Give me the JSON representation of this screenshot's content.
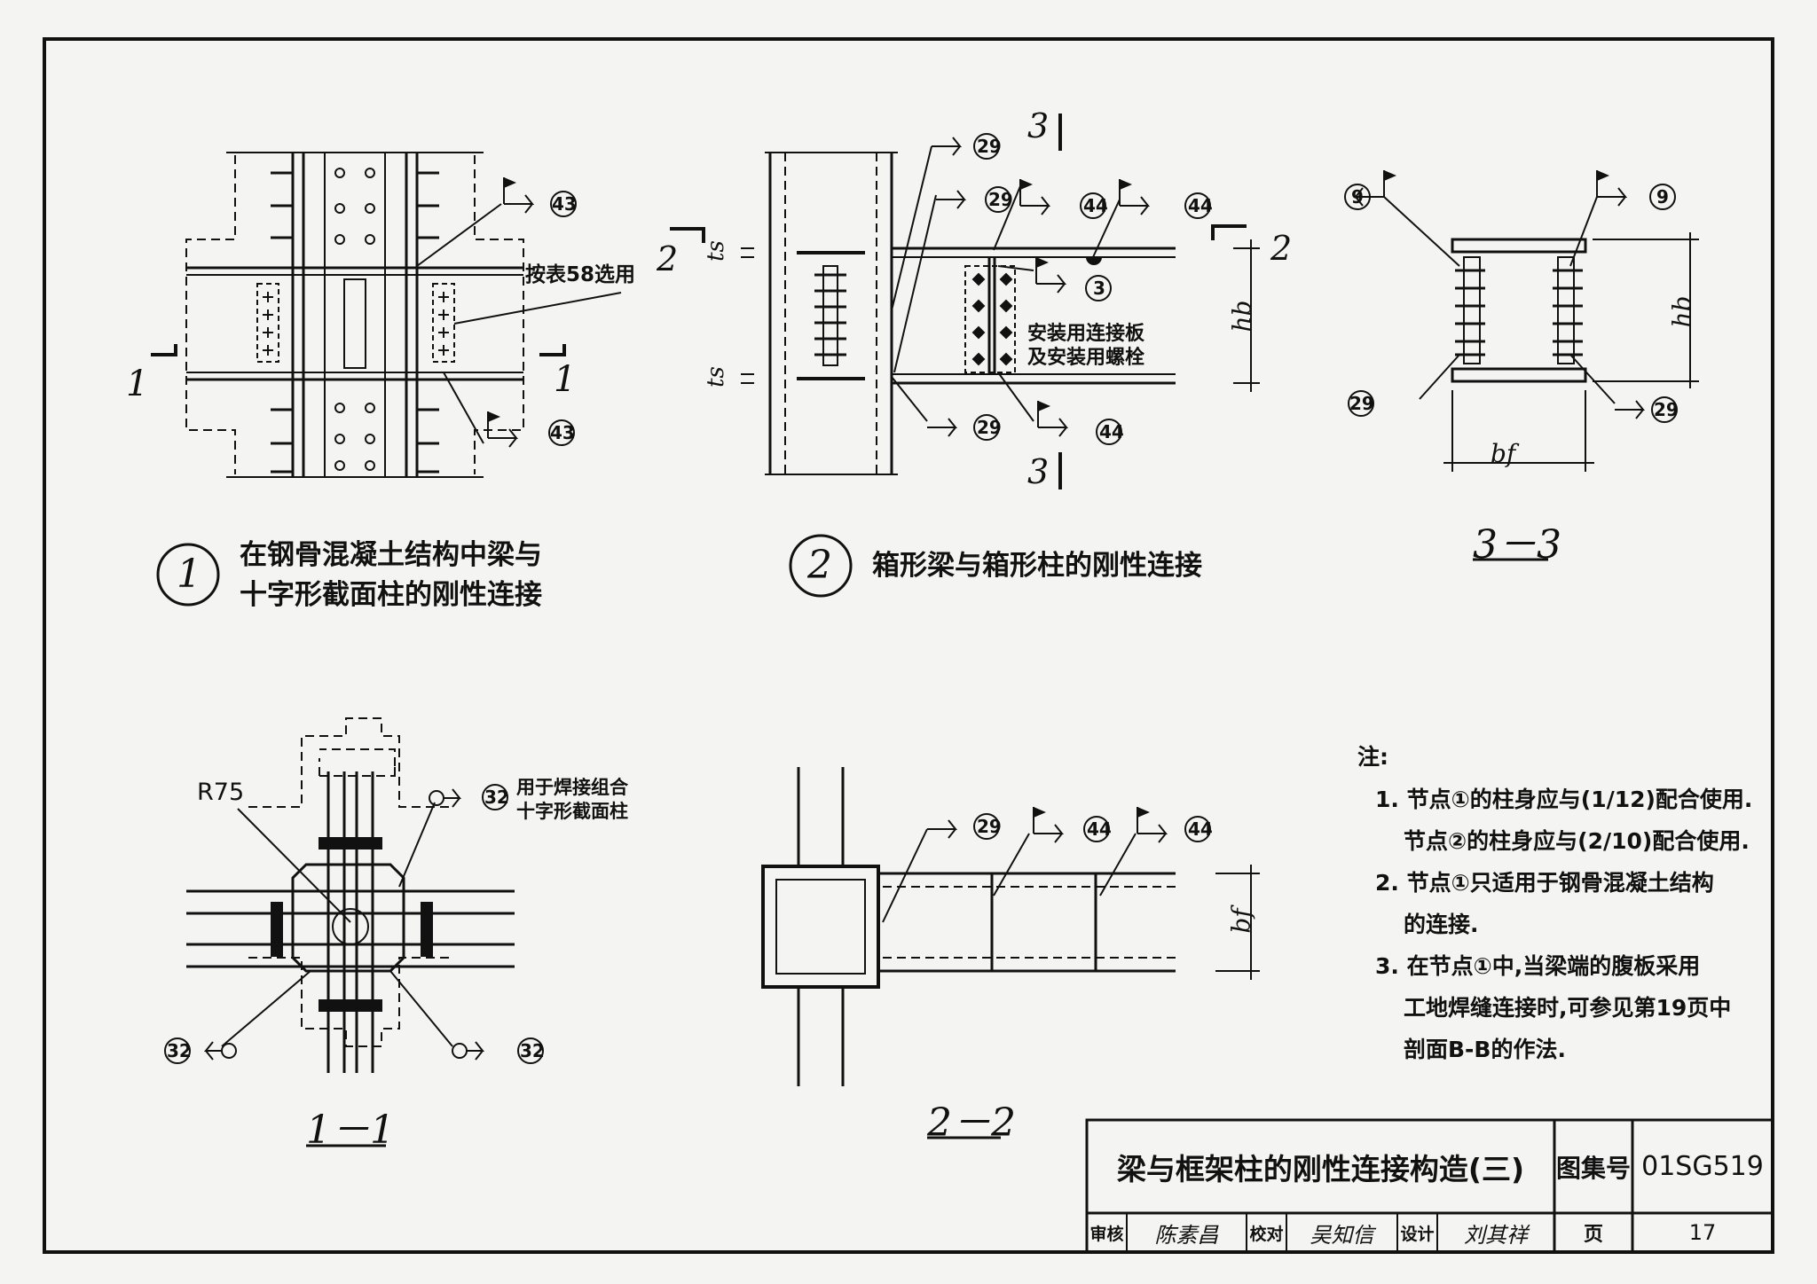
{
  "panels": {
    "node1": {
      "num": "1",
      "title_line1": "在钢骨混凝土结构中梁与",
      "title_line2": "十字形截面柱的刚性连接",
      "refs": [
        "43",
        "43"
      ],
      "callout": "按表58选用",
      "section_mark": "1"
    },
    "node2": {
      "num": "2",
      "title": "箱形梁与箱形柱的刚性连接",
      "refs": [
        "29",
        "29",
        "44",
        "44",
        "3",
        "29",
        "44"
      ],
      "plate_label_1": "安装用连接板",
      "plate_label_2": "及安装用螺栓",
      "dim_ts": "ts",
      "dim_hb": "hb",
      "section_mark_2": "2",
      "section_mark_3": "3"
    },
    "sec33": {
      "label": "3－3",
      "refs": [
        "9",
        "9",
        "29",
        "29"
      ],
      "dim_hb": "hb",
      "dim_bf": "bf"
    },
    "sec11": {
      "label": "1－1",
      "radius": "R75",
      "refs": [
        "32",
        "32",
        "32"
      ],
      "note_1": "用于焊接组合",
      "note_2": "十字形截面柱"
    },
    "sec22": {
      "label": "2－2",
      "refs": [
        "29",
        "44",
        "44"
      ],
      "dim_bf": "bf"
    }
  },
  "notes": {
    "heading": "注:",
    "lines": [
      "1. 节点①的柱身应与(1/12)配合使用.",
      "节点②的柱身应与(2/10)配合使用.",
      "2. 节点①只适用于钢骨混凝土结构",
      "的连接.",
      "3. 在节点①中,当梁端的腹板采用",
      "工地焊缝连接时,可参见第19页中",
      "剖面B-B的作法."
    ]
  },
  "title_block": {
    "title": "梁与框架柱的刚性连接构造(三)",
    "atlas_label": "图集号",
    "atlas_no": "01SG519",
    "review_label": "审核",
    "review_sign": "陈素昌",
    "check_label": "校对",
    "check_sign": "吴知信",
    "design_label": "设计",
    "design_sign": "刘其祥",
    "page_label": "页",
    "page_no": "17"
  },
  "colors": {
    "ink": "#111111",
    "paper": "#f4f4f2"
  }
}
